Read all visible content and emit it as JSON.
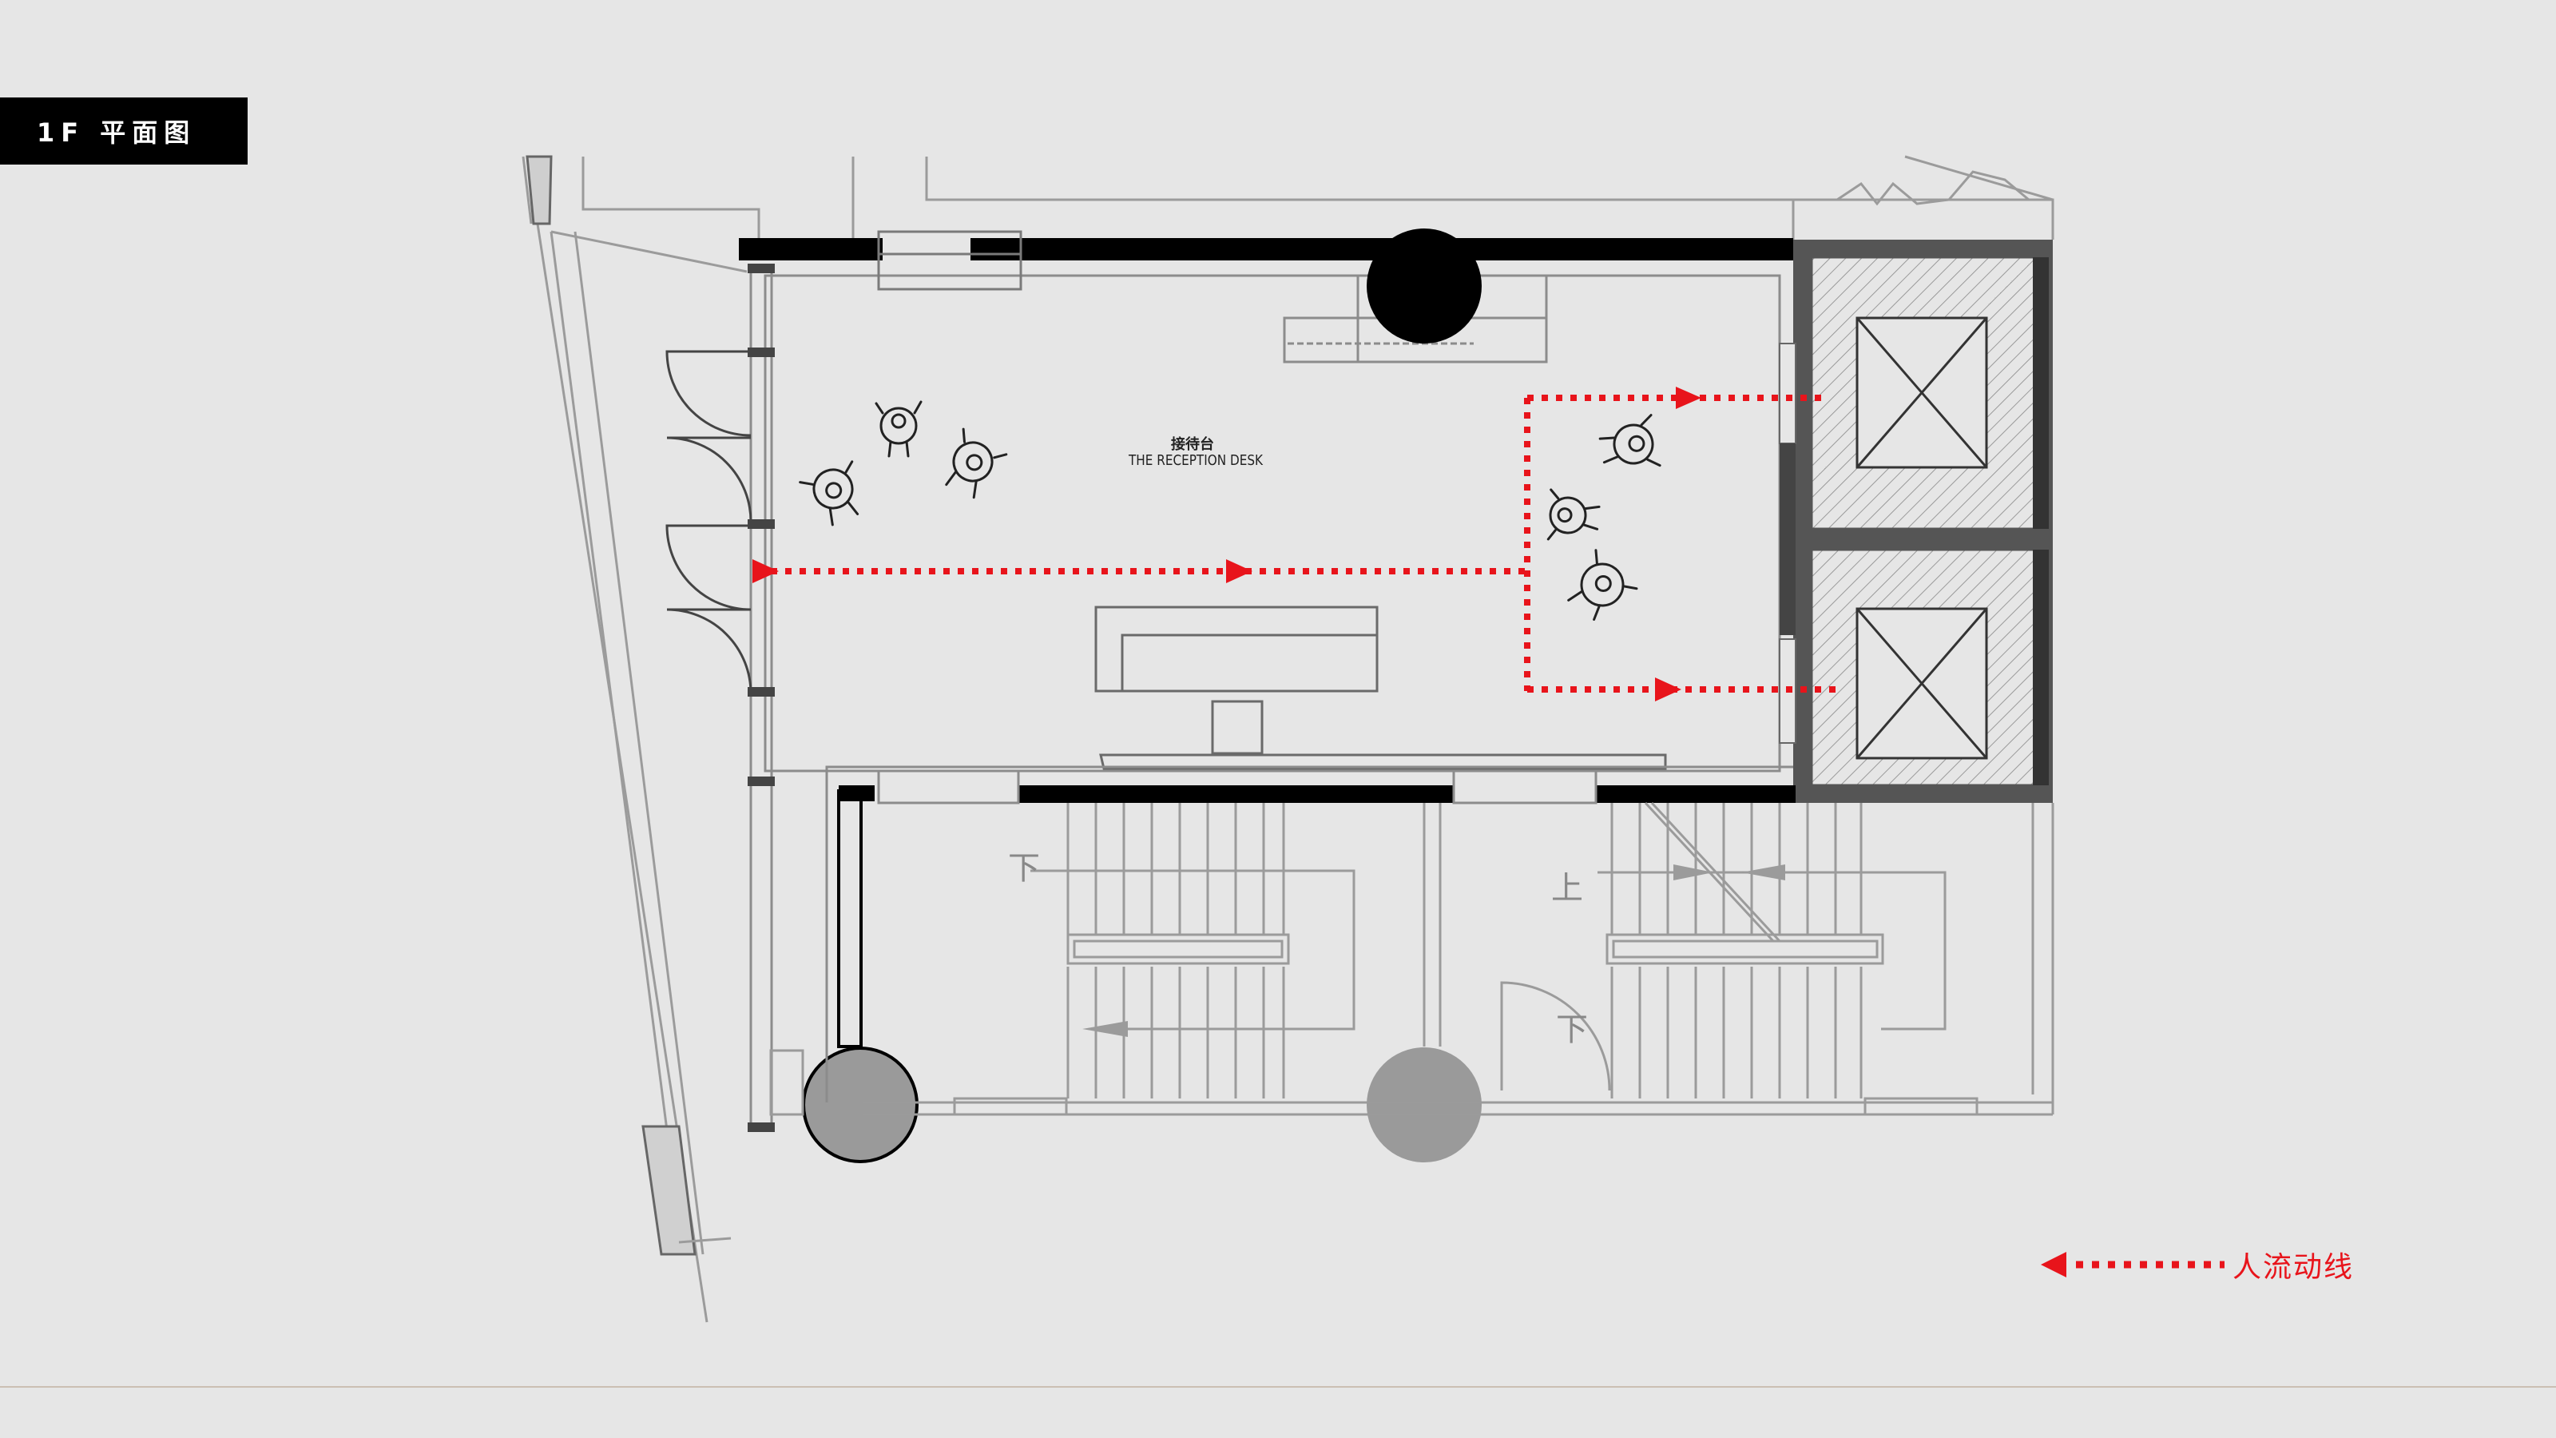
{
  "title": "1F 平面图",
  "reception": {
    "cn": "接待台",
    "en": "THE RECEPTION DESK"
  },
  "stairs": {
    "left_down": "下",
    "right_up": "上",
    "right_down": "下"
  },
  "legend": {
    "label": "人流动线",
    "color": "#e8141b"
  },
  "icons": [
    "arrow-left-icon",
    "person-topview-icon",
    "elevator-cross-icon",
    "column-circle-icon"
  ]
}
